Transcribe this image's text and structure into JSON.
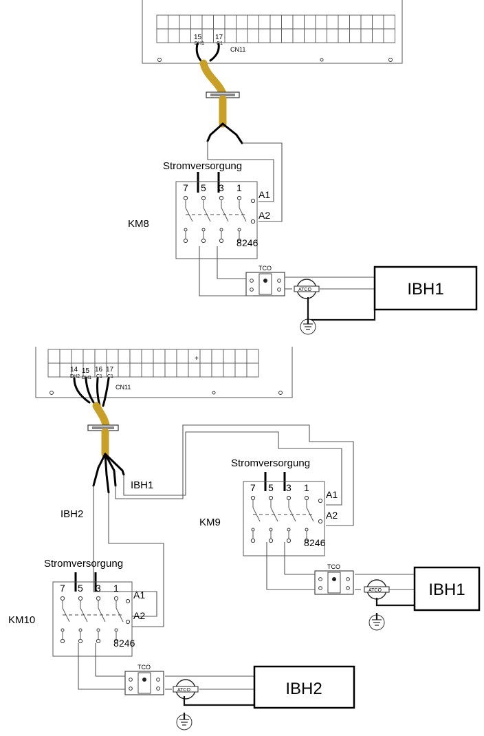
{
  "labels": {
    "power_supply": "Stromversorgung",
    "connector": "CN11",
    "tco": "TCO",
    "atco": "ATCO",
    "a1": "A1",
    "a2": "A2",
    "terminal_7": "7",
    "terminal_5": "5",
    "terminal_3": "3",
    "terminal_1": "1",
    "terminal_8": "8",
    "terminal_246": "246",
    "wire_ibh1": "IBH1",
    "wire_ibh2": "IBH2"
  },
  "contactors": {
    "km8": "KM8",
    "km9": "KM9",
    "km10": "KM10"
  },
  "heaters": {
    "ibh1": "IBH1",
    "ibh2": "IBH2"
  },
  "top_board": {
    "pins": [
      "15",
      "17"
    ],
    "pin_codes": [
      "DH1",
      "C1"
    ]
  },
  "bottom_board": {
    "pins": [
      "14",
      "15",
      "16",
      "17"
    ],
    "pin_codes": [
      "DH2",
      "DH1",
      "C1",
      "C1"
    ]
  }
}
